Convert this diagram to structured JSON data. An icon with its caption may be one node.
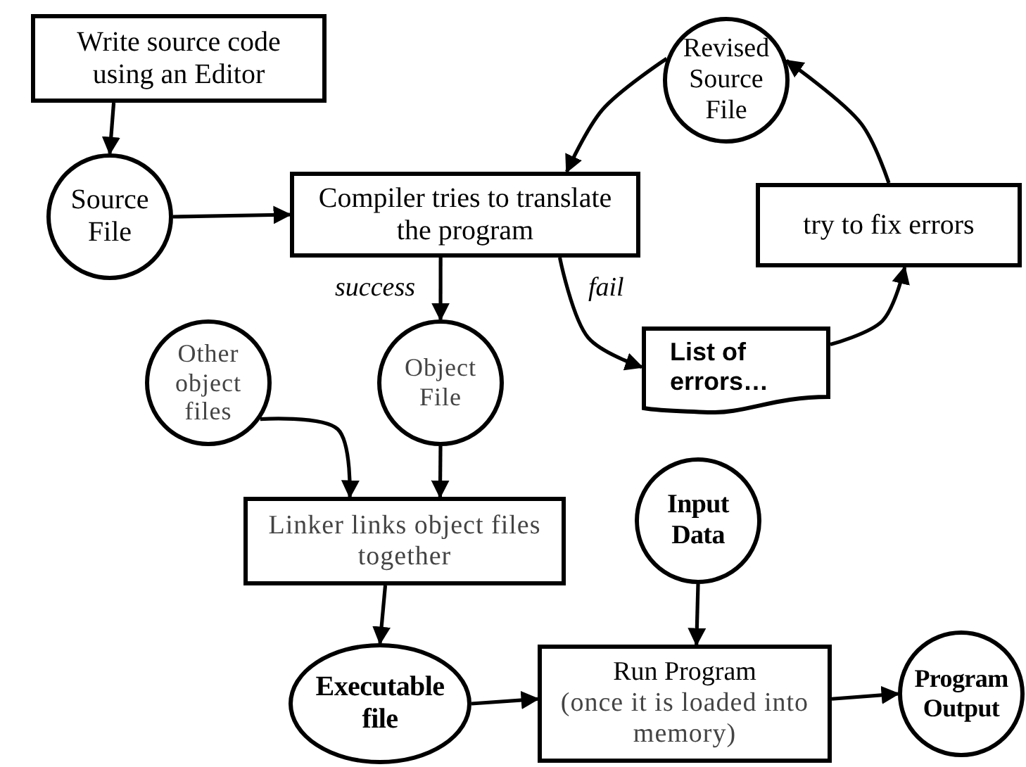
{
  "diagram": {
    "nodes": [
      {
        "text": [
          "Write source code using an Editor"
        ]
      },
      {
        "text": [
          "Source File"
        ]
      },
      {
        "text": [
          "Compiler tries to translate the program"
        ]
      },
      {
        "text": [
          "Revised Source File"
        ]
      },
      {
        "text": [
          "try to fix errors"
        ]
      },
      {
        "text": [
          "List of errors…"
        ]
      },
      {
        "text": [
          "Other object files"
        ]
      },
      {
        "text": [
          "Object File"
        ]
      },
      {
        "text": [
          "Linker links object files together"
        ]
      },
      {
        "text": [
          "Input Data"
        ]
      },
      {
        "text": [
          "Executable file"
        ]
      },
      {
        "text": [
          "Run Program",
          "(once it is loaded into memory)"
        ]
      },
      {
        "text": [
          "Program Output"
        ]
      }
    ],
    "edges": [
      {
        "from": 0,
        "to": 1,
        "arrow": "to"
      },
      {
        "from": 1,
        "to": 2,
        "arrow": "to"
      },
      {
        "from": 2,
        "to": 7,
        "arrow": "to",
        "label": "success"
      },
      {
        "from": 2,
        "to": 5,
        "arrow": "to",
        "label": "fail"
      },
      {
        "from": 5,
        "to": 4,
        "arrow": "to"
      },
      {
        "from": 4,
        "to": 3,
        "arrow": "to"
      },
      {
        "from": 3,
        "to": 2,
        "arrow": "to"
      },
      {
        "from": 6,
        "to": 8,
        "arrow": "to"
      },
      {
        "from": 7,
        "to": 8,
        "arrow": "to"
      },
      {
        "from": 8,
        "to": 10,
        "arrow": "to"
      },
      {
        "from": 9,
        "to": 11,
        "arrow": "to"
      },
      {
        "from": 10,
        "to": 11,
        "arrow": "to"
      },
      {
        "from": 11,
        "to": 12,
        "arrow": "to"
      }
    ]
  }
}
